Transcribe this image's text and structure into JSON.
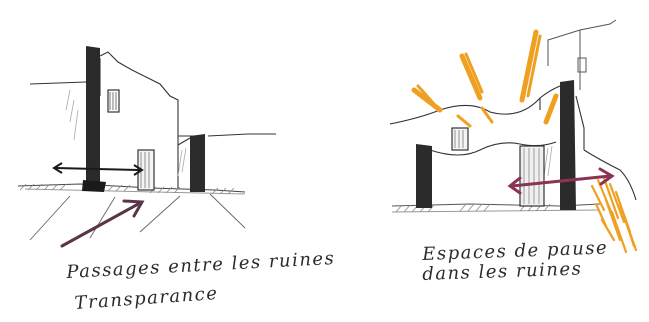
{
  "sketches": [
    {
      "id": "passages",
      "caption_line1": "Passages entre les ruines",
      "caption_line2": "Transparance",
      "arrow_colors": {
        "passage": "#1a1a1a",
        "approach": "#5a3548"
      }
    },
    {
      "id": "pause",
      "caption_line1": "Espaces de pause",
      "caption_line2": "dans les ruines",
      "arrow_colors": {
        "passage": "#8a3356"
      },
      "sun_color": "#f0a020"
    }
  ],
  "colors": {
    "ink": "#1f1f1f",
    "hatch": "#777777",
    "pillar": "#2a2a2a",
    "paper": "#ffffff"
  }
}
